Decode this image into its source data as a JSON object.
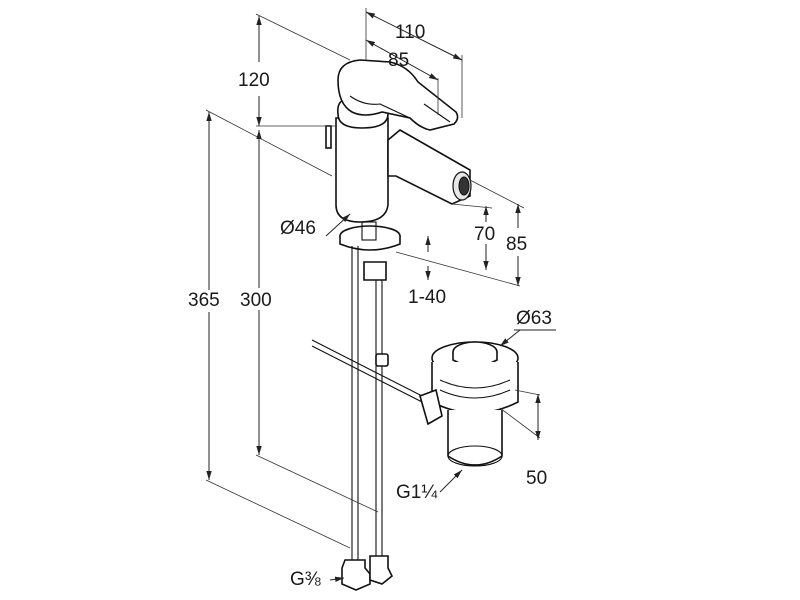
{
  "dimensions": {
    "width_total": "110",
    "width_handle": "85",
    "height_top": "120",
    "diameter_body": "Ø46",
    "spout_height_70": "70",
    "spout_height_85": "85",
    "deck_thickness": "1-40",
    "height_total": "365",
    "height_hose": "300",
    "waste_diameter": "Ø63",
    "waste_length": "50",
    "waste_thread": "G1¼",
    "hose_thread": "G⅜"
  }
}
